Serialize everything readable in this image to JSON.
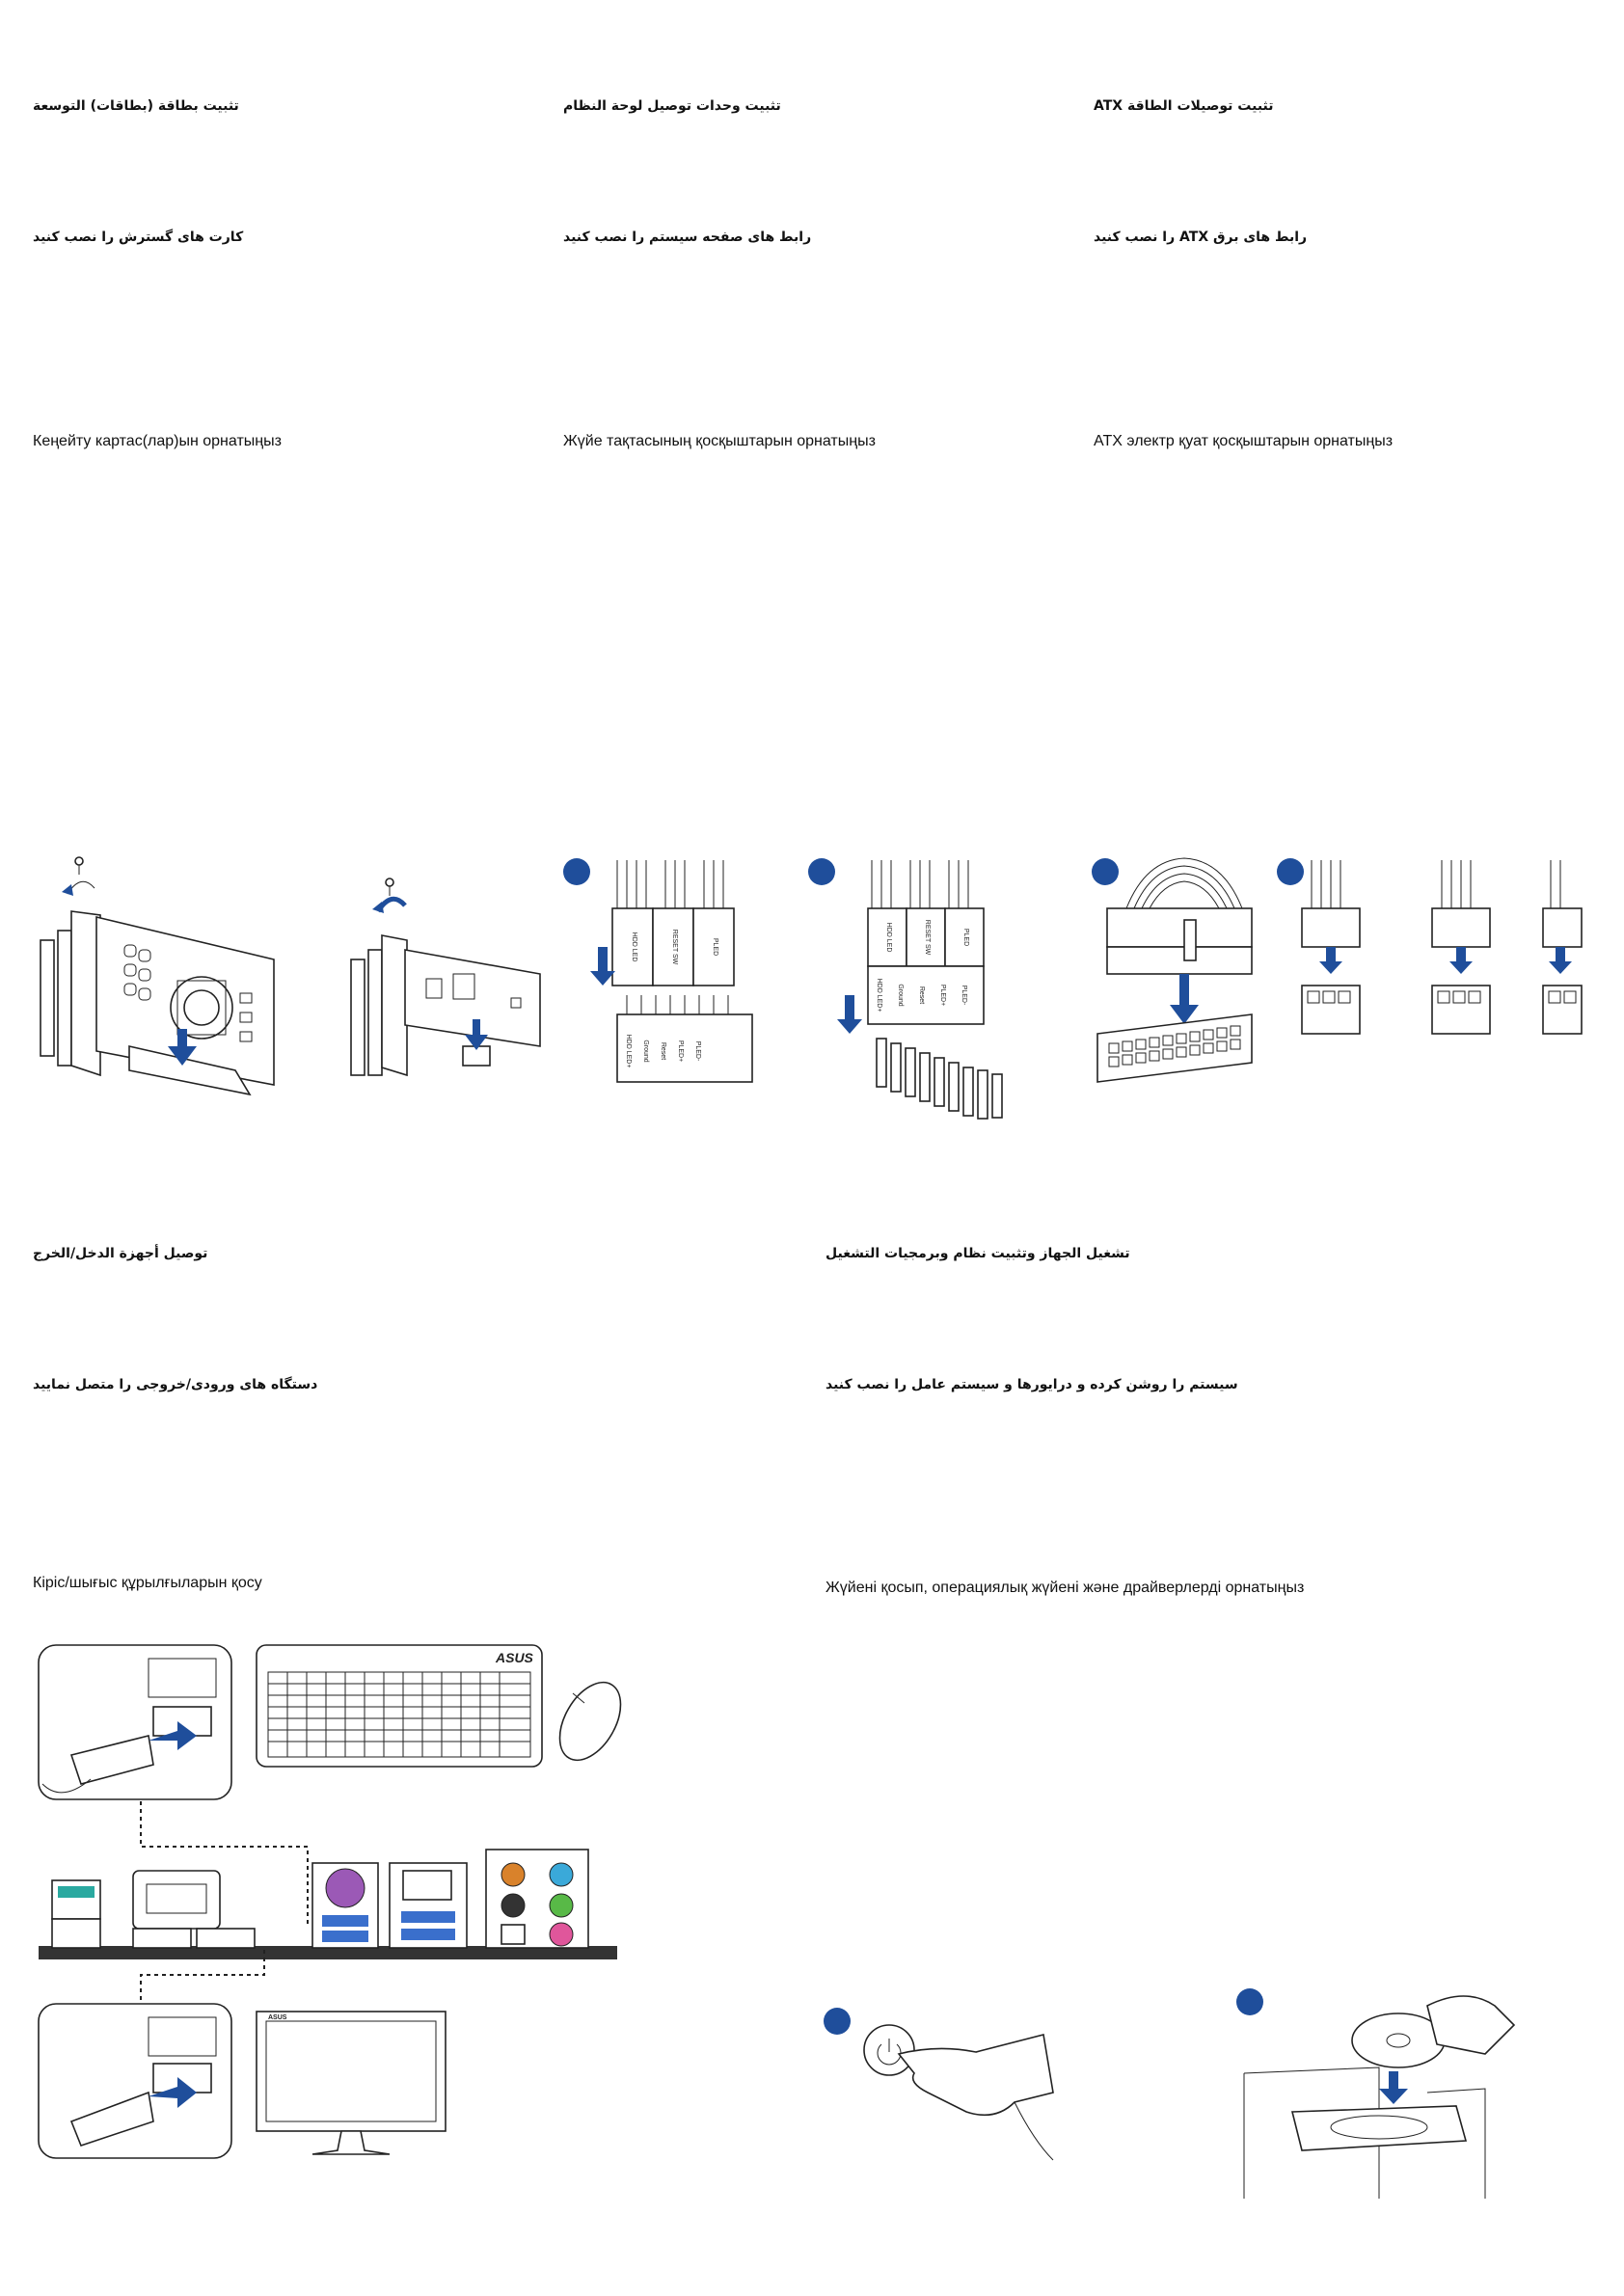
{
  "sections": {
    "expansion": {
      "arabic": "تثبيت بطاقة (بطاقات) التوسعة",
      "farsi": "کارت های گسترش را نصب کنید",
      "kazakh": "Кеңейту картас(лар)ын орнатыңыз"
    },
    "system_panel": {
      "arabic": "تثبيت وحدات توصيل لوحة النظام",
      "farsi": "رابط های صفحه سیستم را نصب کنید",
      "kazakh": "Жүйе тақтасының қосқыштарын орнатыңыз",
      "pin_labels_a": [
        "HDD LED",
        "RESET SW",
        "PLED"
      ],
      "pin_labels_b": [
        "HDD LED",
        "RESET SW",
        "PLED"
      ],
      "header_labels_a": [
        "HDD LED+",
        "Ground",
        "Reset",
        "PLED+",
        "PLED-"
      ],
      "header_labels_b": [
        "HDD LED+",
        "Ground",
        "Reset",
        "PLED+",
        "PLED-"
      ]
    },
    "atx_power": {
      "arabic": "تثبيت توصيلات الطاقة ATX",
      "farsi": "رابط های برق ATX را نصب کنید",
      "kazakh": "ATX электр қуат қосқыштарын орнатыңыз"
    },
    "io": {
      "arabic": "توصيل أجهزة الدخل/الخرج",
      "farsi": "دستگاه های ورودی/خروجی را متصل نمایید",
      "kazakh": "Кіріс/шығыс құрылғыларын қосу",
      "keyboard_brand": "ASUS",
      "monitor_brand": "ASUS"
    },
    "power_on": {
      "arabic": "تشغيل الجهاز وتثبيت نظام وبرمجيات التشغيل",
      "farsi": "سیستم را روشن کرده و درایورها و سیستم عامل را نصب کنید",
      "kazakh": "Жүйені қосып, операциялық жүйені және драйверлерді орнатыңыз"
    }
  },
  "colors": {
    "accent_blue": "#1f4e9b",
    "audio_orange": "#d9822b",
    "audio_blue": "#3aa9d9",
    "audio_green": "#58b947",
    "audio_pink": "#e0569b",
    "ps2_purple": "#9b59b6"
  }
}
